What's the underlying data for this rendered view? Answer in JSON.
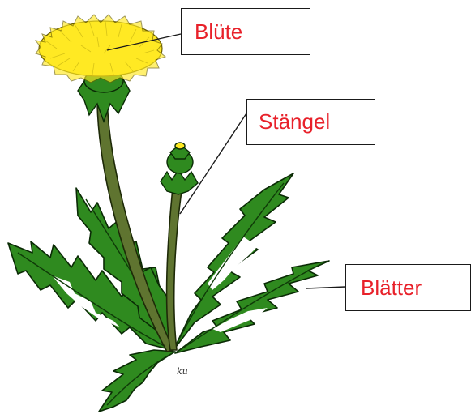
{
  "labels": {
    "flower": "Blüte",
    "stem": "Stängel",
    "leaves": "Blätter"
  },
  "artist_mark": "ku",
  "colors": {
    "label_text": "#e8212a",
    "petals": "#ffe923",
    "leaf_green": "#2e8b1e",
    "stem_green": "#5a6e2a"
  }
}
